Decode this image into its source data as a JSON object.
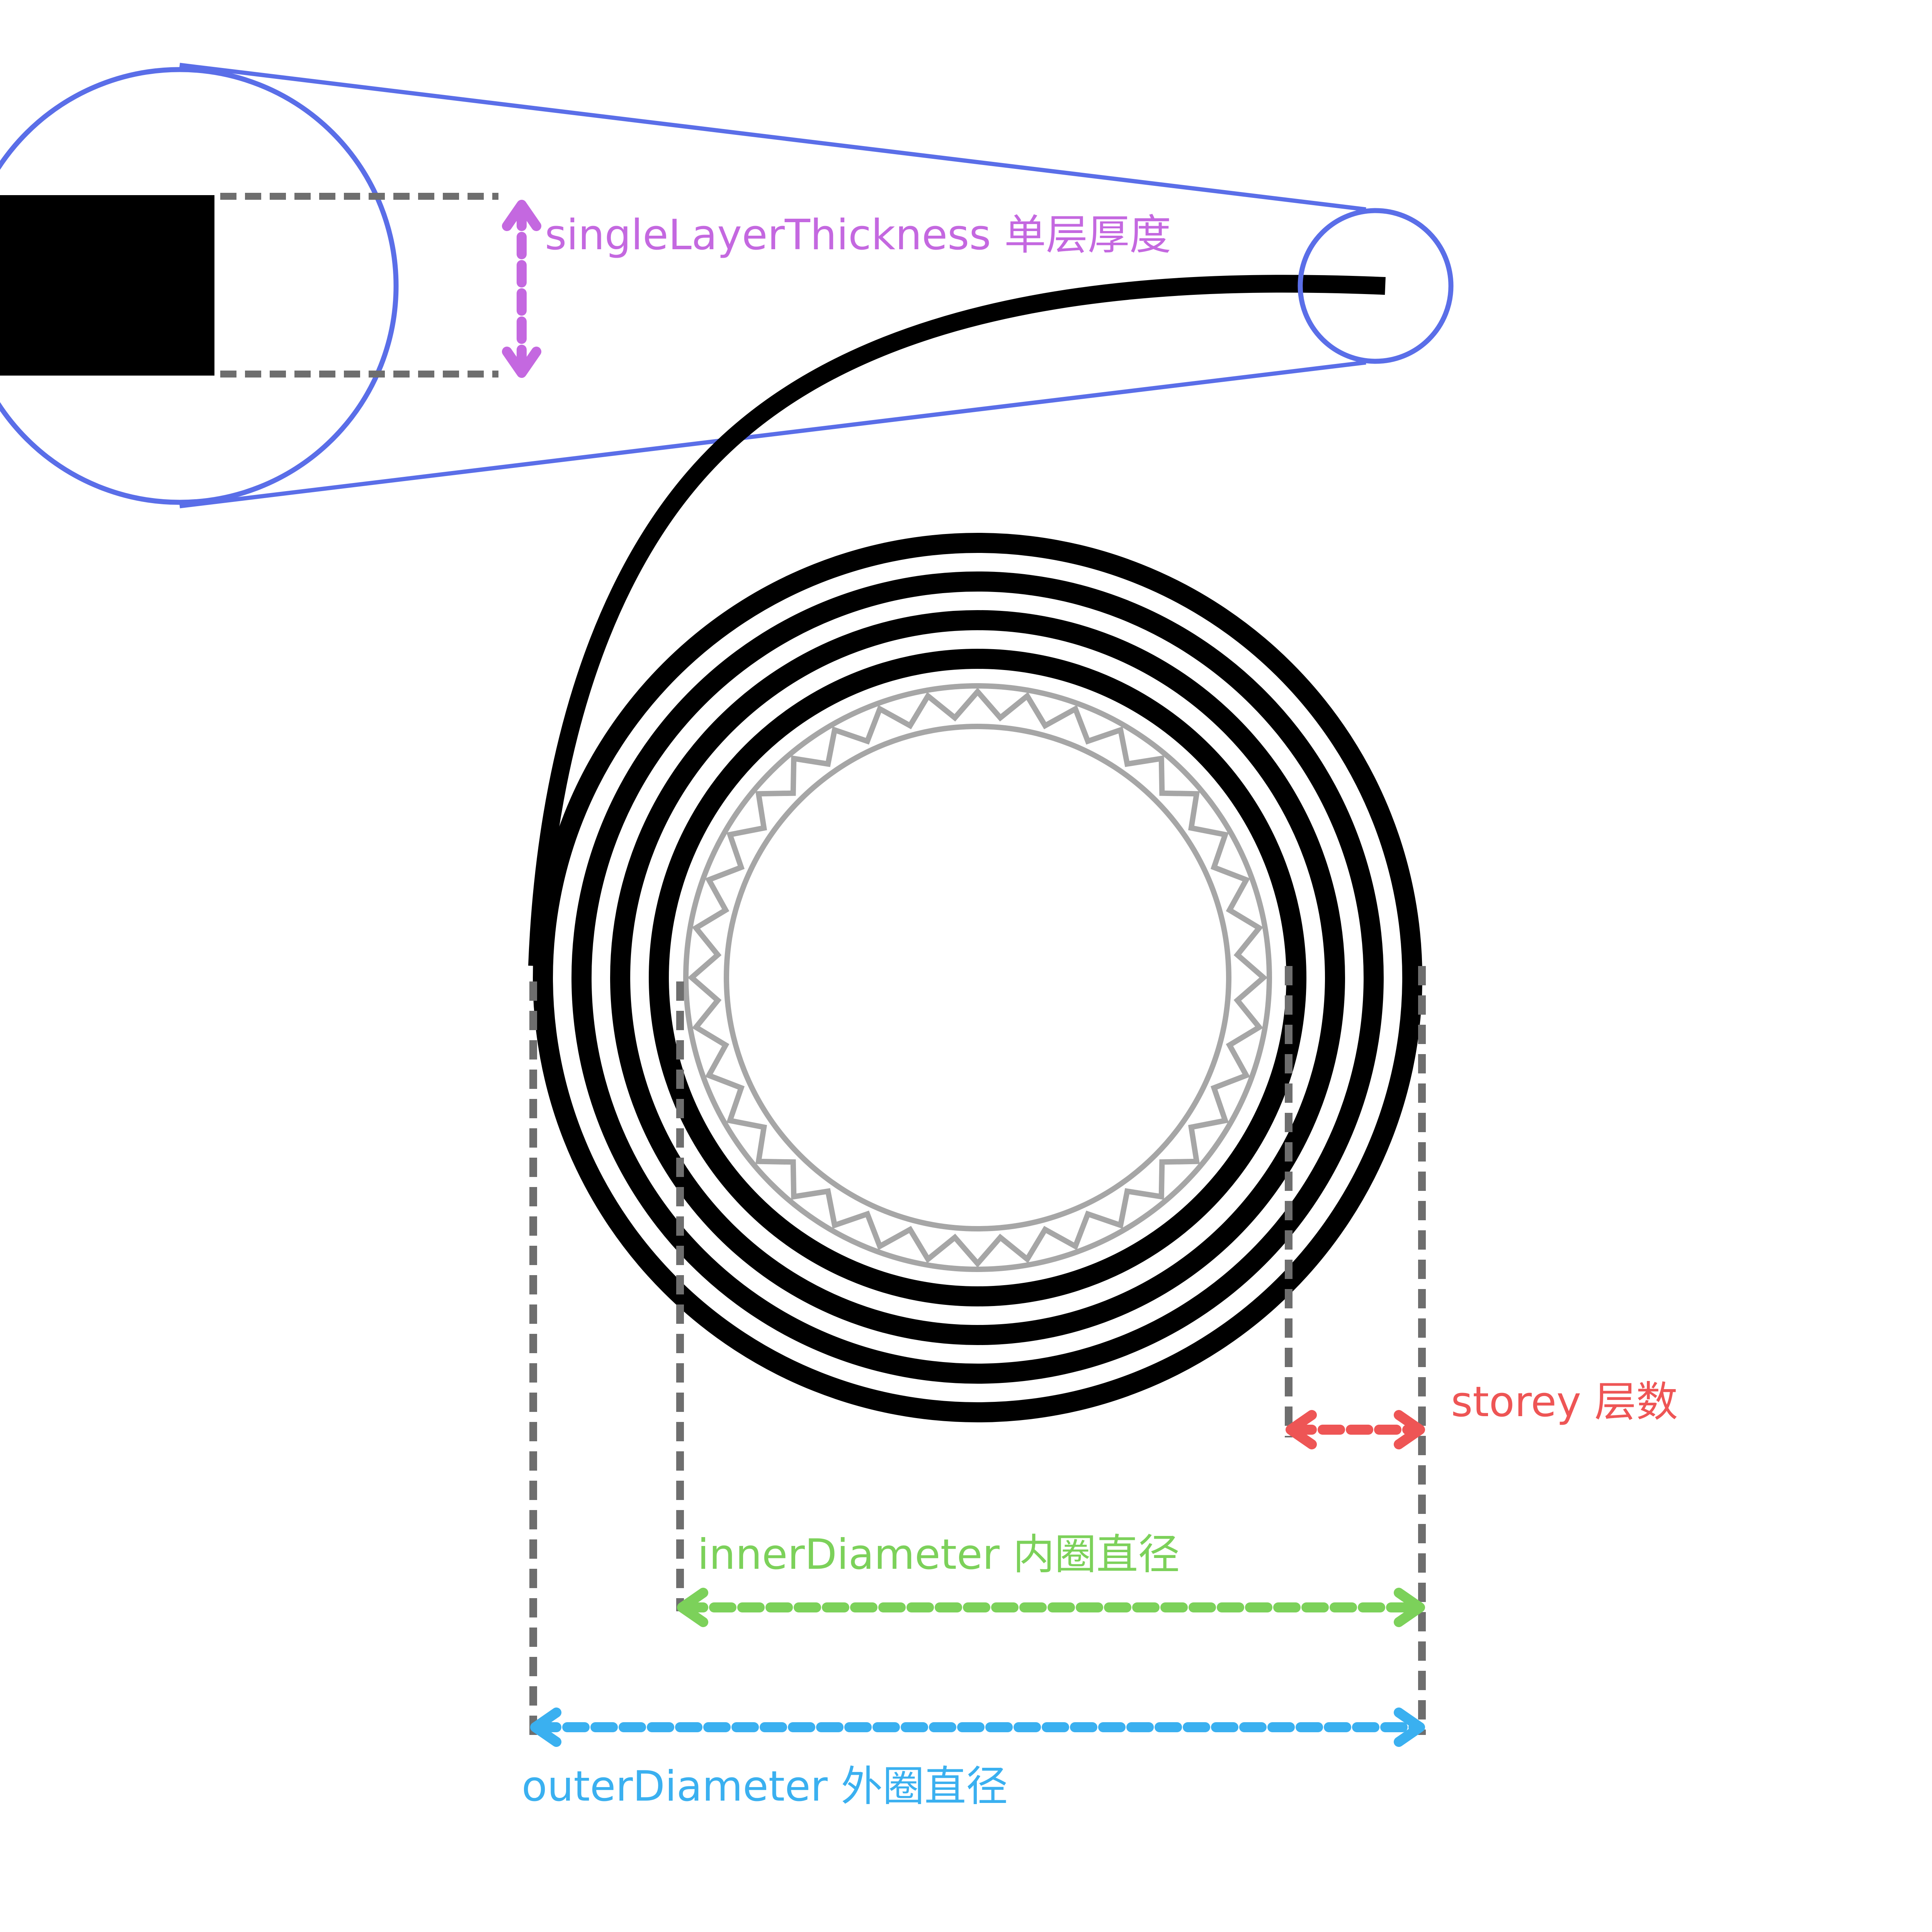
{
  "labels": {
    "single_layer_thickness": "singleLayerThickness 单层厚度",
    "storey": "storey 层数",
    "inner_diameter": "innerDiameter 内圈直径",
    "outer_diameter": "outerDiameter 外圈直径"
  },
  "colors": {
    "background": "#ffffff",
    "roll": "#000000",
    "core": "#a6a6a6",
    "guide": "#6e6e6e",
    "zoom": "#5a6ee8",
    "single_layer_thickness": "#c468e0",
    "storey": "#ee5555",
    "inner_diameter": "#7cd15a",
    "outer_diameter": "#3ab0f0"
  },
  "diagram": {
    "storey_count": 4,
    "core_teeth": 36
  }
}
